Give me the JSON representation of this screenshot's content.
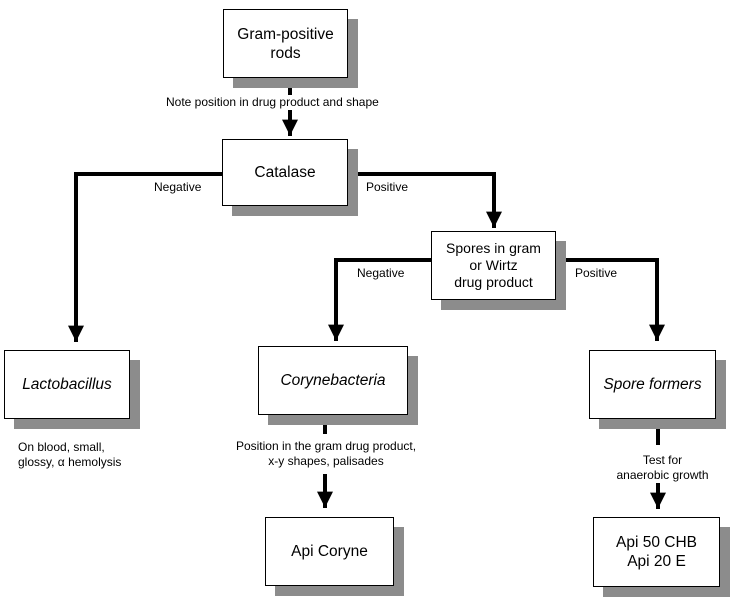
{
  "nodes": {
    "root": [
      "Gram-positive",
      "rods"
    ],
    "catalase": [
      "Catalase"
    ],
    "spores": [
      "Spores in gram",
      "or Wirtz",
      "drug product"
    ],
    "lactobacillus": [
      "Lactobacillus"
    ],
    "corynebacteria": [
      "Corynebacteria"
    ],
    "spore_formers": [
      "Spore formers"
    ],
    "api_coryne": [
      "Api Coryne"
    ],
    "api_chb": [
      "Api 50 CHB",
      "Api 20 E"
    ]
  },
  "edge_labels": {
    "root_note": "Note position in drug product and shape",
    "catalase_negative": "Negative",
    "catalase_positive": "Positive",
    "spores_negative": "Negative",
    "spores_positive": "Positive",
    "lacto_note": [
      "On blood, small,",
      "glossy, α hemolysis"
    ],
    "coryne_note": [
      "Position in the gram drug product,",
      "x-y shapes, palisades"
    ],
    "spore_note": [
      "Test for",
      "anaerobic growth"
    ]
  }
}
